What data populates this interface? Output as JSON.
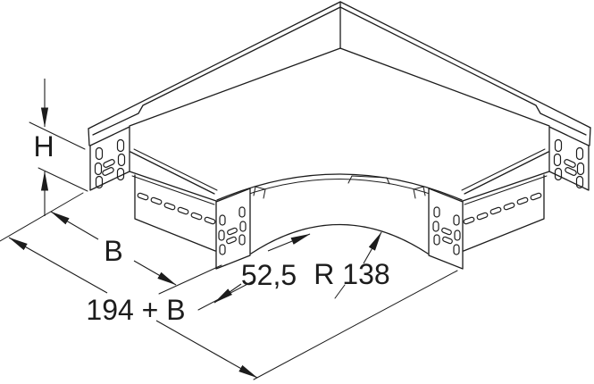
{
  "drawing": {
    "labels": {
      "height": "H",
      "width": "B",
      "overall_length": "194 + B",
      "end_length": "52,5",
      "radius": "R 138"
    },
    "colors": {
      "line": "#1c1c1c",
      "background": "#ffffff"
    }
  }
}
